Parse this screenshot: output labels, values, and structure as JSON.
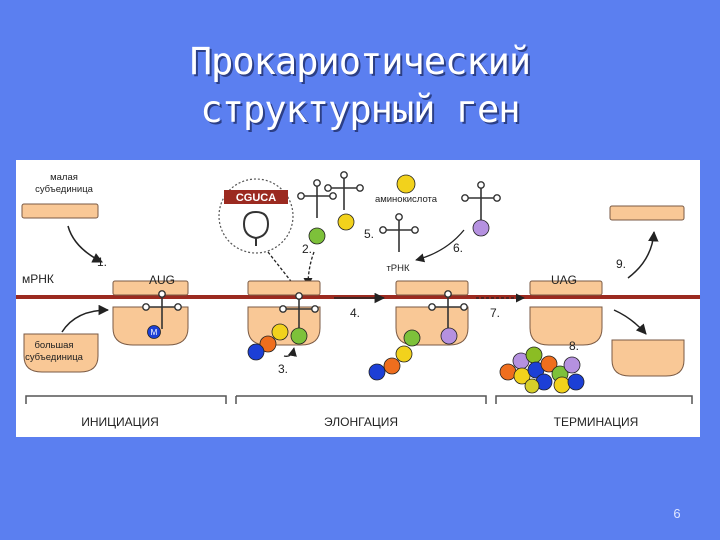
{
  "slide": {
    "title_line1": "Прокариотический",
    "title_line2": "структурный ген",
    "page_number": "6",
    "background": "#5b7ff0"
  },
  "diagram": {
    "labels": {
      "small_subunit": [
        "малая",
        "субъединица"
      ],
      "large_subunit": [
        "большая",
        "субъединица"
      ],
      "mrna": "мРНК",
      "trna": "тРНК",
      "amino_acid": "аминокислота",
      "start_codon": "AUG",
      "stop_codon": "UAG",
      "sequence": "CGUCA",
      "met": "M"
    },
    "steps": [
      "1.",
      "2.",
      "3.",
      "4.",
      "5.",
      "6.",
      "7.",
      "8.",
      "9."
    ],
    "phases": [
      "ИНИЦИАЦИЯ",
      "ЭЛОНГАЦИЯ",
      "ТЕРМИНАЦИЯ"
    ],
    "colors": {
      "ribosome": "#f9c896",
      "ribosome_stroke": "#7a5a44",
      "mrna": "#9b2a20",
      "amino_acids": [
        "#f2d21c",
        "#7dc13a",
        "#ef6e1e",
        "#1c3fd6",
        "#b591e0",
        "#d6cf2a",
        "#8bbd24"
      ]
    }
  }
}
